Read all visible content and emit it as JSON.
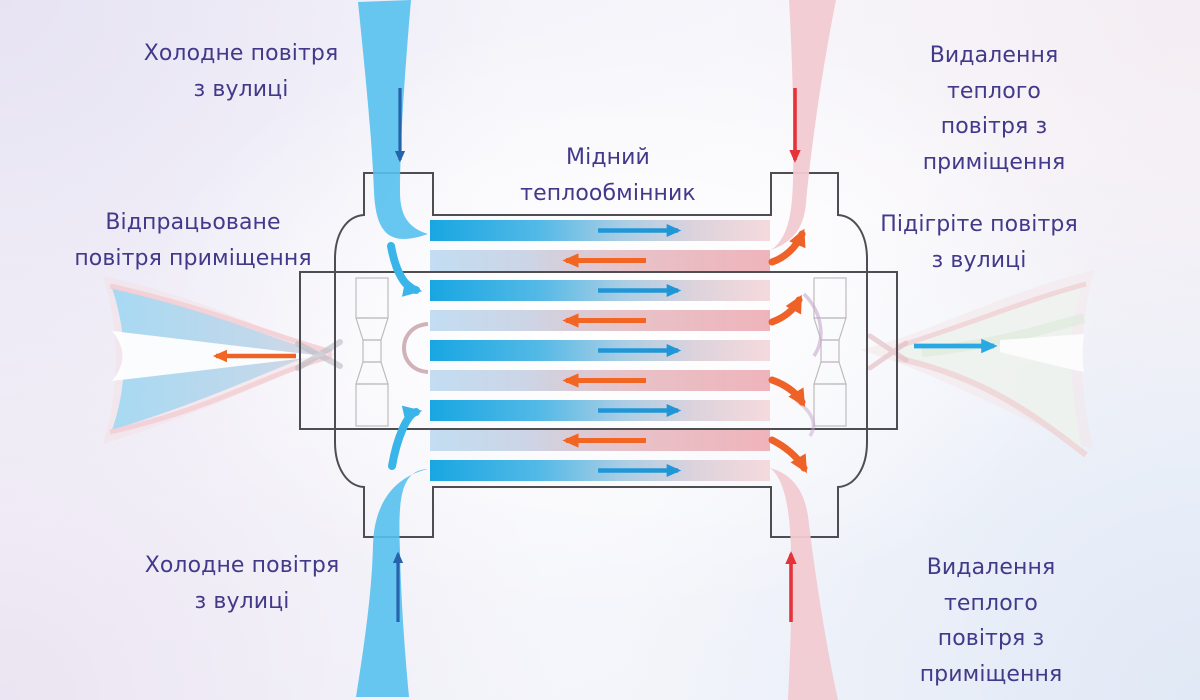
{
  "labels": {
    "cold_air_top": "Холодне повітря\nз вулиці",
    "warm_removal_top": "Видалення теплого\nповітря з приміщення",
    "exhaust_room": "Відпрацьоване\nповітря приміщення",
    "exchanger": "Мідний\nтеплообмінник",
    "heated_supply": "Підігріте повітря\nз вулиці",
    "cold_air_bottom": "Холодне повітря\nз вулиці",
    "warm_removal_bottom": "Видалення теплого\nповітря з приміщення"
  },
  "channels": [
    {
      "flow": "cold-supply",
      "direction": "right"
    },
    {
      "flow": "warm-exhaust",
      "direction": "left"
    },
    {
      "flow": "cold-supply",
      "direction": "right"
    },
    {
      "flow": "warm-exhaust",
      "direction": "left"
    },
    {
      "flow": "cold-supply",
      "direction": "right"
    },
    {
      "flow": "warm-exhaust",
      "direction": "left"
    },
    {
      "flow": "cold-supply",
      "direction": "right"
    },
    {
      "flow": "warm-exhaust",
      "direction": "left"
    },
    {
      "flow": "cold-supply",
      "direction": "right"
    }
  ],
  "colors": {
    "label_text": "#43398a",
    "cold_stream": "#57c1ee",
    "warm_stream": "#f1cbd2",
    "cold_arrow": "#2196d6",
    "exhaust_arrow": "#f26522",
    "intake_arrow_dark": "#2563ab",
    "removal_arrow_red": "#e63239",
    "supply_out_arrow": "#29a8e3",
    "exhaust_out_arrow": "#ee6227",
    "outline": "#4e4e52"
  }
}
